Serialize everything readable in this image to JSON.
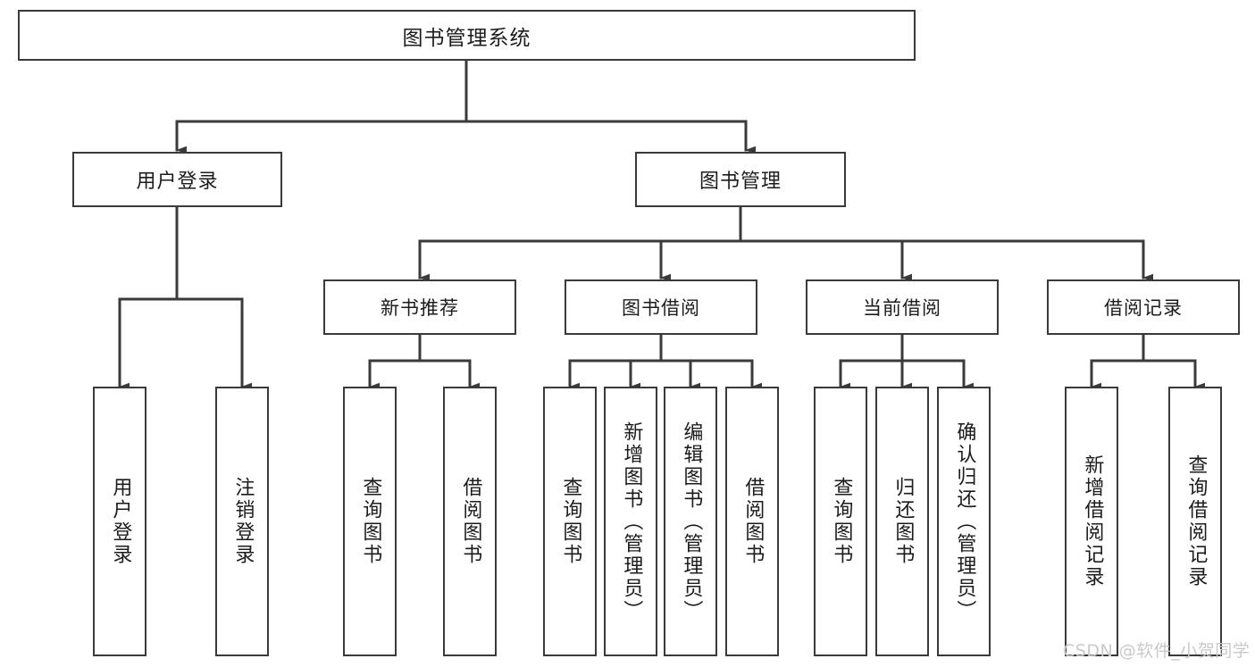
{
  "diagram": {
    "title": "图书管理系统",
    "type": "hierarchy-tree",
    "root": {
      "id": "root",
      "label": "图书管理系统"
    },
    "level2": [
      {
        "id": "user-login",
        "label": "用户登录"
      },
      {
        "id": "book-manage",
        "label": "图书管理"
      }
    ],
    "level3": [
      {
        "id": "new-book-rec",
        "label": "新书推荐",
        "parent": "book-manage"
      },
      {
        "id": "book-borrow",
        "label": "图书借阅",
        "parent": "book-manage"
      },
      {
        "id": "current-borrow",
        "label": "当前借阅",
        "parent": "book-manage"
      },
      {
        "id": "borrow-record",
        "label": "借阅记录",
        "parent": "book-manage"
      }
    ],
    "leaves": [
      {
        "id": "leaf-user-login",
        "label": "用户登录",
        "parent": "user-login"
      },
      {
        "id": "leaf-user-logout",
        "label": "注销登录",
        "parent": "user-login"
      },
      {
        "id": "leaf-query-book-1",
        "label": "查询图书",
        "parent": "new-book-rec"
      },
      {
        "id": "leaf-borrow-book-1",
        "label": "借阅图书",
        "parent": "new-book-rec"
      },
      {
        "id": "leaf-query-book-2",
        "label": "查询图书",
        "parent": "book-borrow"
      },
      {
        "id": "leaf-add-book",
        "label": "新增图书（管理员）",
        "parent": "book-borrow"
      },
      {
        "id": "leaf-edit-book",
        "label": "编辑图书（管理员）",
        "parent": "book-borrow"
      },
      {
        "id": "leaf-borrow-book-2",
        "label": "借阅图书",
        "parent": "book-borrow"
      },
      {
        "id": "leaf-query-book-3",
        "label": "查询图书",
        "parent": "current-borrow"
      },
      {
        "id": "leaf-return-book",
        "label": "归还图书",
        "parent": "current-borrow"
      },
      {
        "id": "leaf-confirm-return",
        "label": "确认归还（管理员）",
        "parent": "current-borrow"
      },
      {
        "id": "leaf-add-record",
        "label": "新增借阅记录",
        "parent": "borrow-record"
      },
      {
        "id": "leaf-query-record",
        "label": "查询借阅记录",
        "parent": "borrow-record"
      }
    ]
  },
  "watermark": {
    "text": "CSDN @软件_小贺同学"
  },
  "colors": {
    "stroke": "#3a3a3a",
    "fill": "#ffffff",
    "text": "#1c1c1c",
    "watermark": "#c9c9c9"
  }
}
